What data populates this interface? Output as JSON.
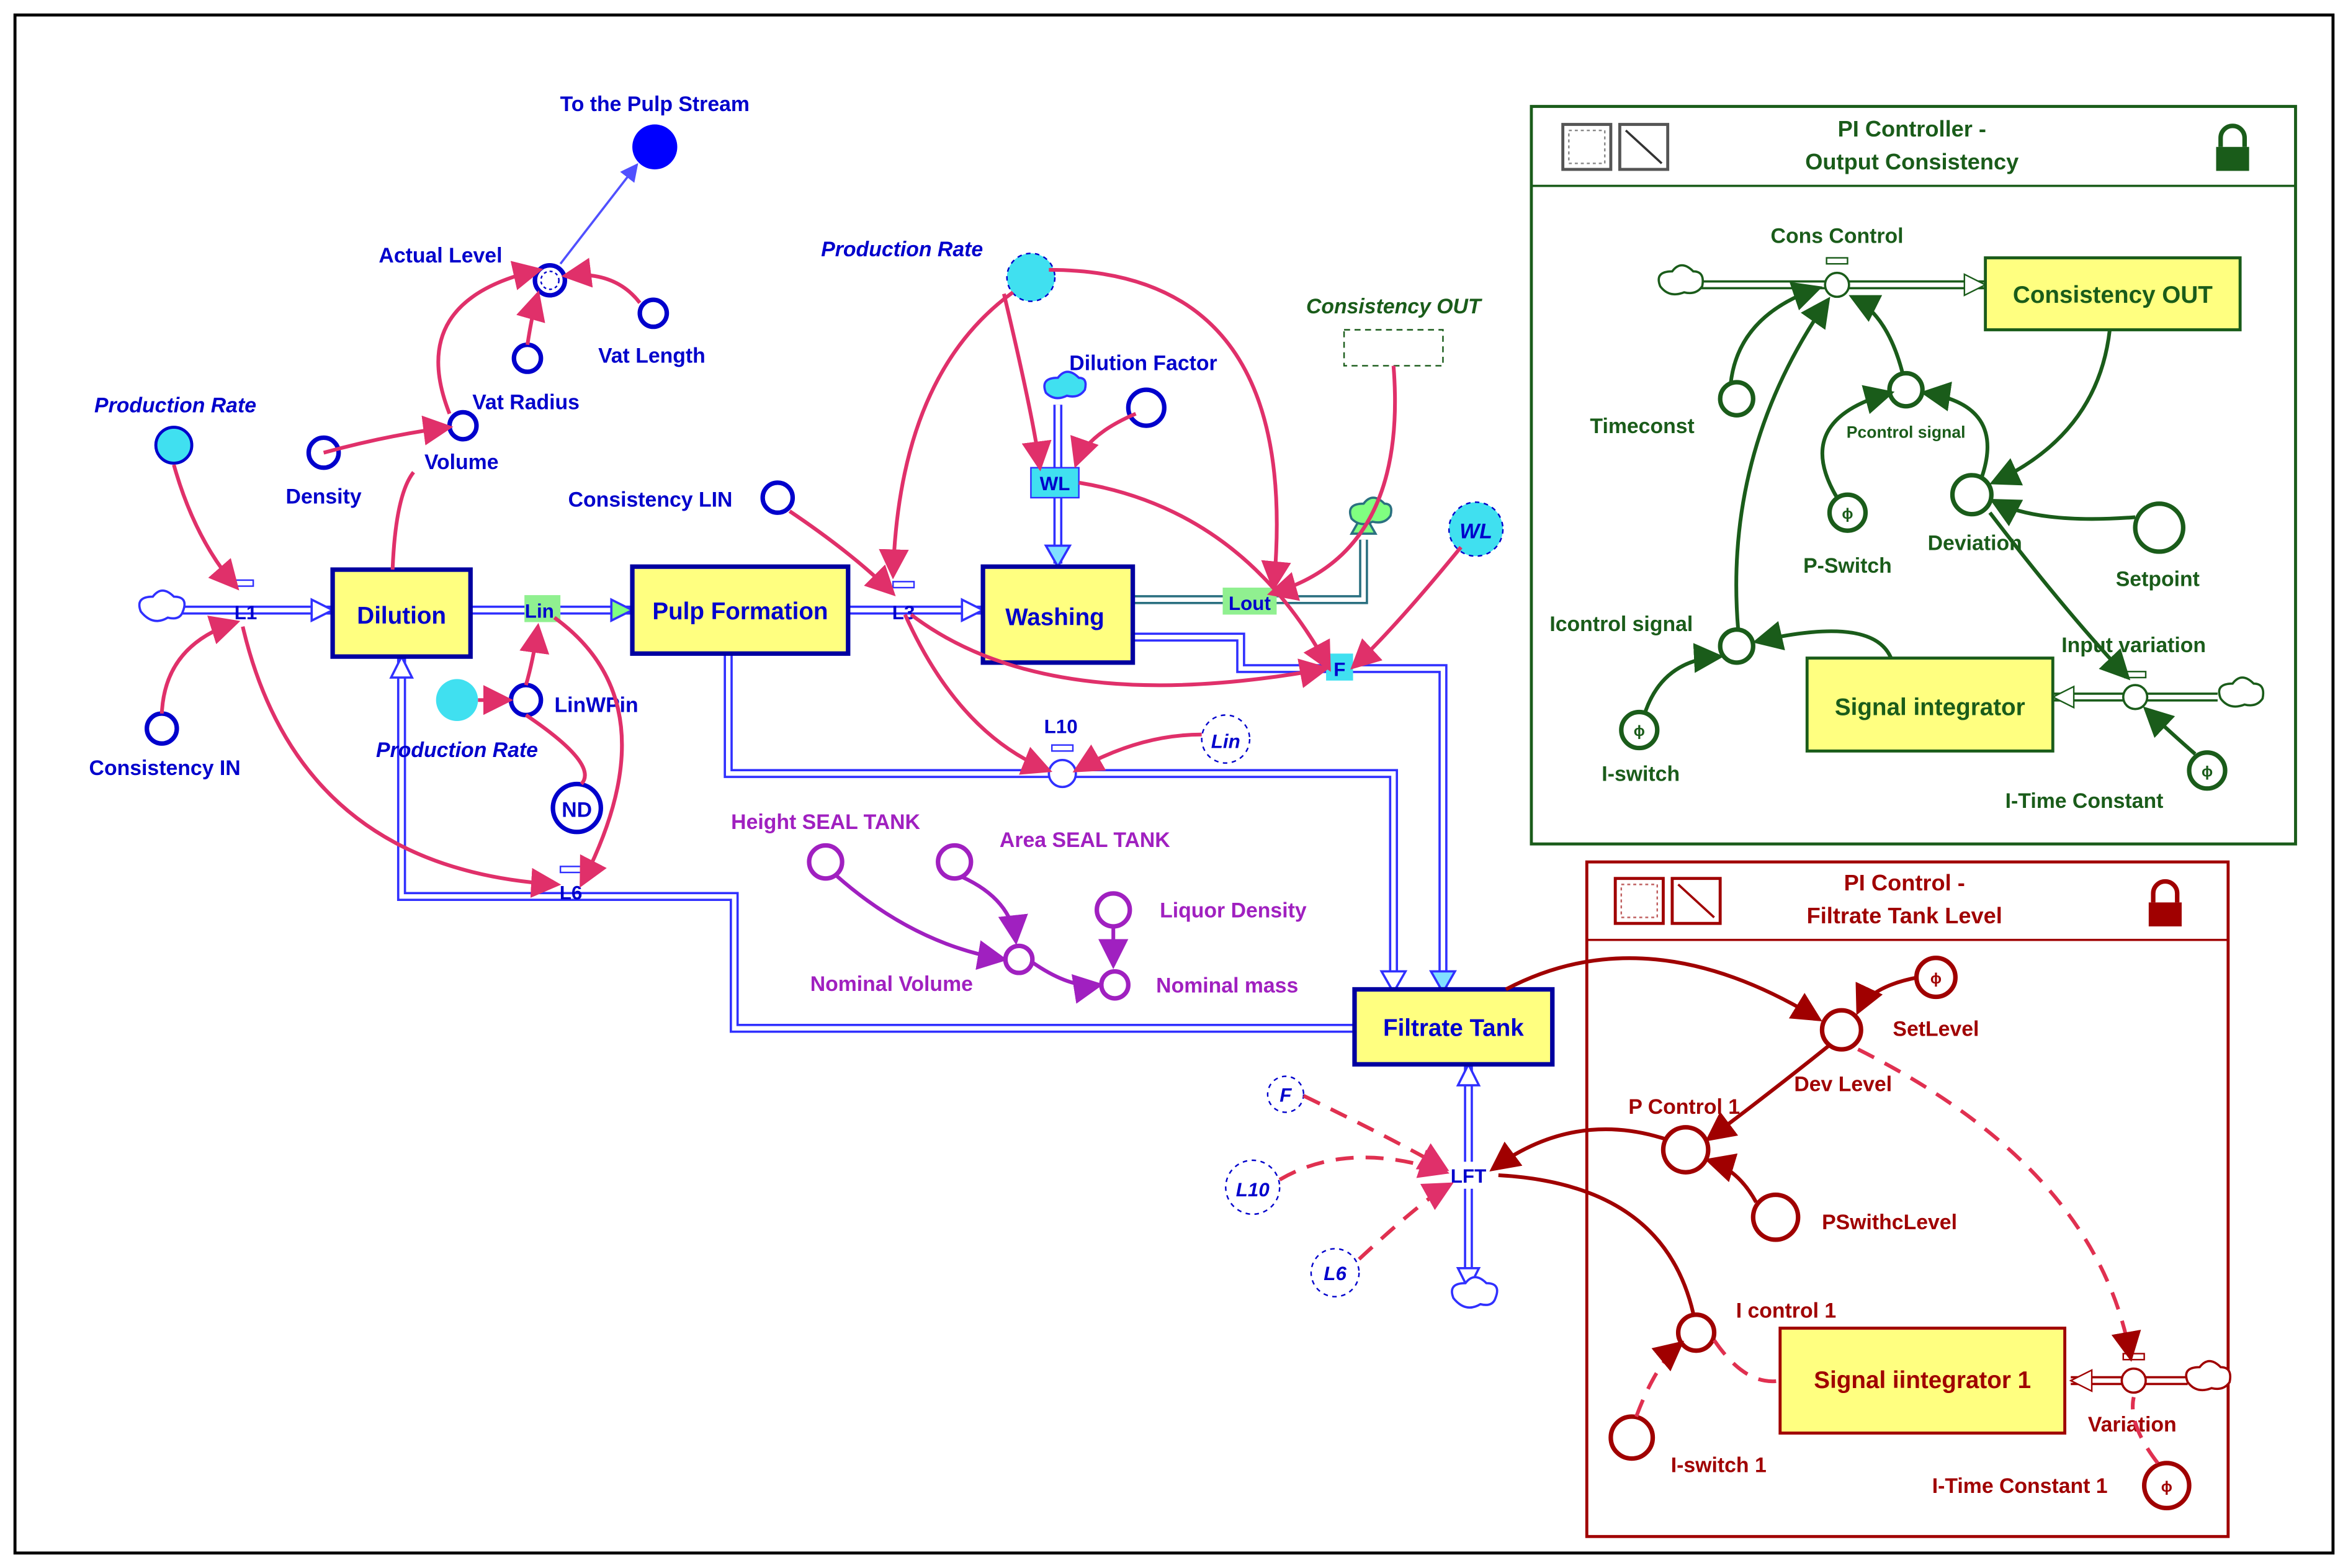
{
  "stocks": {
    "dilution": "Dilution",
    "pulp_formation": "Pulp Formation",
    "washing": "Washing",
    "filtrate_tank": "Filtrate Tank",
    "consistency_out": "Consistency OUT",
    "signal_integrator": "Signal integrator",
    "signal_integrator_1": "Signal iintegrator 1"
  },
  "flows": {
    "l1": "L1",
    "lin": "Lin",
    "l3": "L3",
    "lout": "Lout",
    "f": "F",
    "l10": "L10",
    "l6": "L6",
    "lft": "LFT",
    "wl": "WL"
  },
  "labels": {
    "to_pulp_stream": "To the Pulp Stream",
    "actual_level": "Actual Level",
    "vat_length": "Vat Length",
    "vat_radius": "Vat Radius",
    "volume": "Volume",
    "density": "Density",
    "production_rate_1": "Production Rate",
    "production_rate_2": "Production Rate",
    "production_rate_3": "Production Rate",
    "consistency_lin": "Consistency LIN",
    "consistency_in": "Consistency IN",
    "linwpin": "LinWPin",
    "nd": "ND",
    "dilution_factor": "Dilution Factor",
    "consistency_out_ghost": "Consistency OUT",
    "wl_ghost": "WL",
    "lin_ghost": "Lin",
    "height_seal_tank": "Height SEAL TANK",
    "area_seal_tank": "Area SEAL TANK",
    "liquor_density": "Liquor Density",
    "nominal_volume": "Nominal Volume",
    "nominal_mass": "Nominal mass",
    "f_ghost": "F",
    "l10_ghost": "L10",
    "l6_ghost": "L6"
  },
  "pi_controller_output": {
    "title_line1": "PI Controller -",
    "title_line2": "Output Consistency",
    "cons_control": "Cons Control",
    "timeconst": "Timeconst",
    "pcontrol_signal": "Pcontrol signal",
    "p_switch": "P-Switch",
    "deviation": "Deviation",
    "setpoint": "Setpoint",
    "icontrol_signal": "Icontrol signal",
    "input_variation": "Input variation",
    "i_switch": "I-switch",
    "i_time_constant": "I-Time Constant"
  },
  "pi_control_filtrate": {
    "title_line1": "PI Control -",
    "title_line2": "Filtrate Tank Level",
    "set_level": "SetLevel",
    "dev_level": "Dev Level",
    "p_control_1": "P Control 1",
    "pswitch_level": "PSwithcLevel",
    "i_control_1": "I control 1",
    "i_switch_1": "I-switch 1",
    "variation": "Variation",
    "i_time_constant_1": "I-Time Constant 1"
  },
  "colors": {
    "stock_fill": "#ffff80",
    "main_blue": "#0000cc",
    "link_pink": "#e0306a",
    "pi_green": "#1a5c1a",
    "pi_red": "#a00000",
    "seal_purple": "#a020c0",
    "highlight_cyan": "#40e0f0"
  }
}
